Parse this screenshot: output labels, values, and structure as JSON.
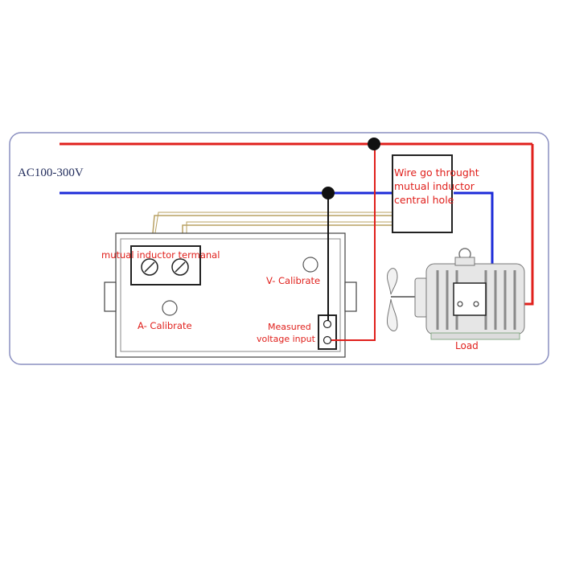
{
  "diagram": {
    "supply_label": "AC100-300V",
    "ct_label_lines": [
      "Wire go throught",
      "mutual inductor",
      "central hole"
    ],
    "terminal_label": "mutual inductor termanal",
    "v_calibrate_label": "V- Calibrate",
    "a_calibrate_label": "A- Calibrate",
    "measured_label_lines": [
      "Measured",
      "voltage input"
    ],
    "load_label": "Load",
    "colors": {
      "live_wire": "#e0201c",
      "neutral_wire": "#1c2bd8",
      "ct_leads": "#b8a062",
      "label_red": "#e0201c",
      "frame": "#8a8fc0",
      "outline": "#222222"
    },
    "icons": [
      "junction-dot",
      "screw-terminal",
      "calibration-knob",
      "electric-motor",
      "fan-blade"
    ]
  }
}
